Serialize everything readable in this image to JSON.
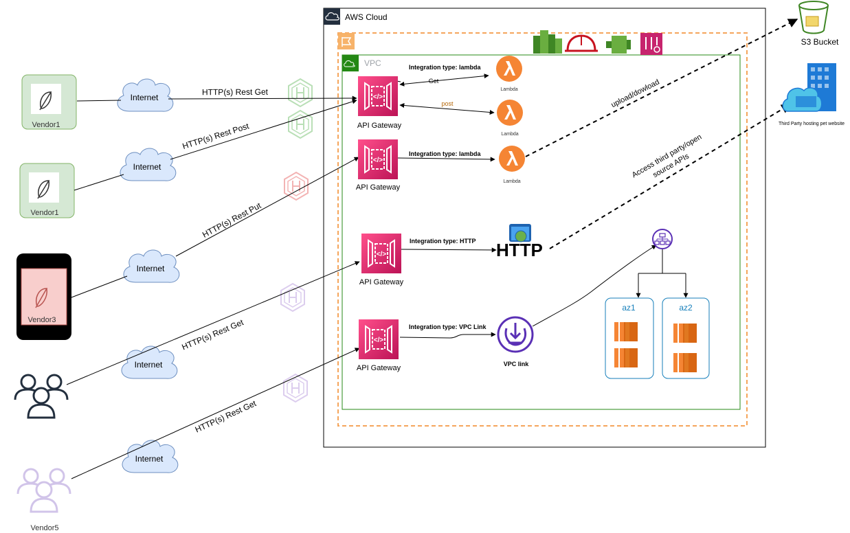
{
  "diagram": {
    "aws_cloud_label": "AWS Cloud",
    "vpc_label": "VPC",
    "vendors": [
      "Vendor1",
      "Vendor1",
      "Vendor3",
      "Vendor5"
    ],
    "internet_label": "Internet",
    "edge_labels": {
      "rest_get_1": "HTTP(s) Rest Get",
      "rest_post": "HTTP(s) Rest Post",
      "rest_put": "HTTP(s) Rest Put",
      "rest_get_2": "HTTP(s) Rest Get",
      "rest_get_3": "HTTP(s) Rest Get",
      "get": "Get",
      "post": "post",
      "upload": "upload/dowload",
      "third_party_line1": "Access third party/open",
      "third_party_line2": "source APIs"
    },
    "api_gateway_label": "API Gateway",
    "integration": {
      "lambda": "Integration type: lambda",
      "http": "Integration type: HTTP",
      "vpc_link": "Integration type: VPC Link"
    },
    "lambda_label": "Lambda",
    "http_label": "HTTP",
    "vpc_link_label": "VPC link",
    "az": [
      "az1",
      "az2"
    ],
    "s3_label": "S3 Bucket",
    "third_party_label": "Third Party hosting pet website"
  }
}
